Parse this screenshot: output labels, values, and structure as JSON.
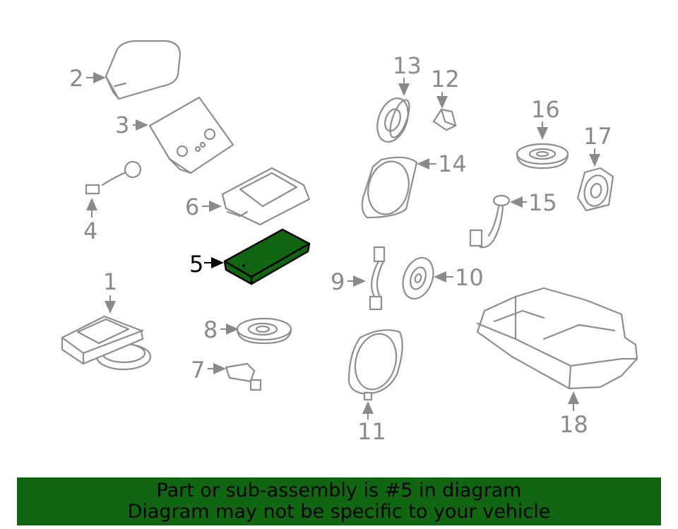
{
  "colors": {
    "highlight": "#116611",
    "banner_bg": "#116611",
    "part_stroke": "#8e8e8e",
    "label_gray": "#8a8a8a"
  },
  "labels": {
    "p1": "1",
    "p2": "2",
    "p3": "3",
    "p4": "4",
    "p5": "5",
    "p6": "6",
    "p7": "7",
    "p8": "8",
    "p9": "9",
    "p10": "10",
    "p11": "11",
    "p12": "12",
    "p13": "13",
    "p14": "14",
    "p15": "15",
    "p16": "16",
    "p17": "17",
    "p18": "18"
  },
  "selected_part": "5",
  "banner": {
    "line1": "Part or sub-assembly is #5 in diagram",
    "line2": "Diagram may not be specific to your vehicle"
  }
}
